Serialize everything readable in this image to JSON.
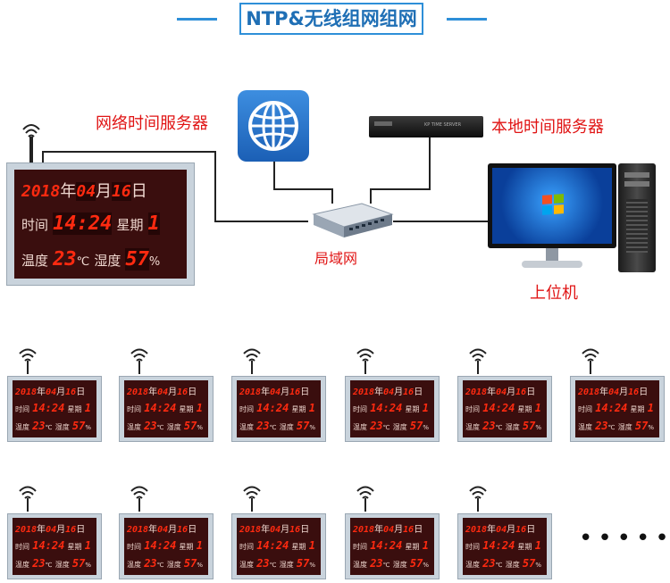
{
  "title": "NTP&无线组网组网",
  "labels": {
    "network_server": "网络时间服务器",
    "local_server": "本地时间服务器",
    "lan": "局域网",
    "host_pc": "上位机"
  },
  "server_front_text": "KP TIME SERVER",
  "display": {
    "year": "2018",
    "year_unit": "年",
    "month": "04",
    "month_unit": "月",
    "day": "16",
    "day_unit": "日",
    "time_label": "时间",
    "time": "14:24",
    "week_label": "星期",
    "week": "1",
    "temp_label": "温度",
    "temp": "23",
    "temp_unit": "℃",
    "hum_label": "湿度",
    "hum": "57",
    "hum_unit": "%"
  },
  "small_display_count": 11,
  "ellipsis": "••••••",
  "colors": {
    "accent_blue": "#2e8fd8",
    "label_red": "#e01414",
    "led_red": "#ff2a10",
    "panel_dark": "#3a0e0e"
  }
}
